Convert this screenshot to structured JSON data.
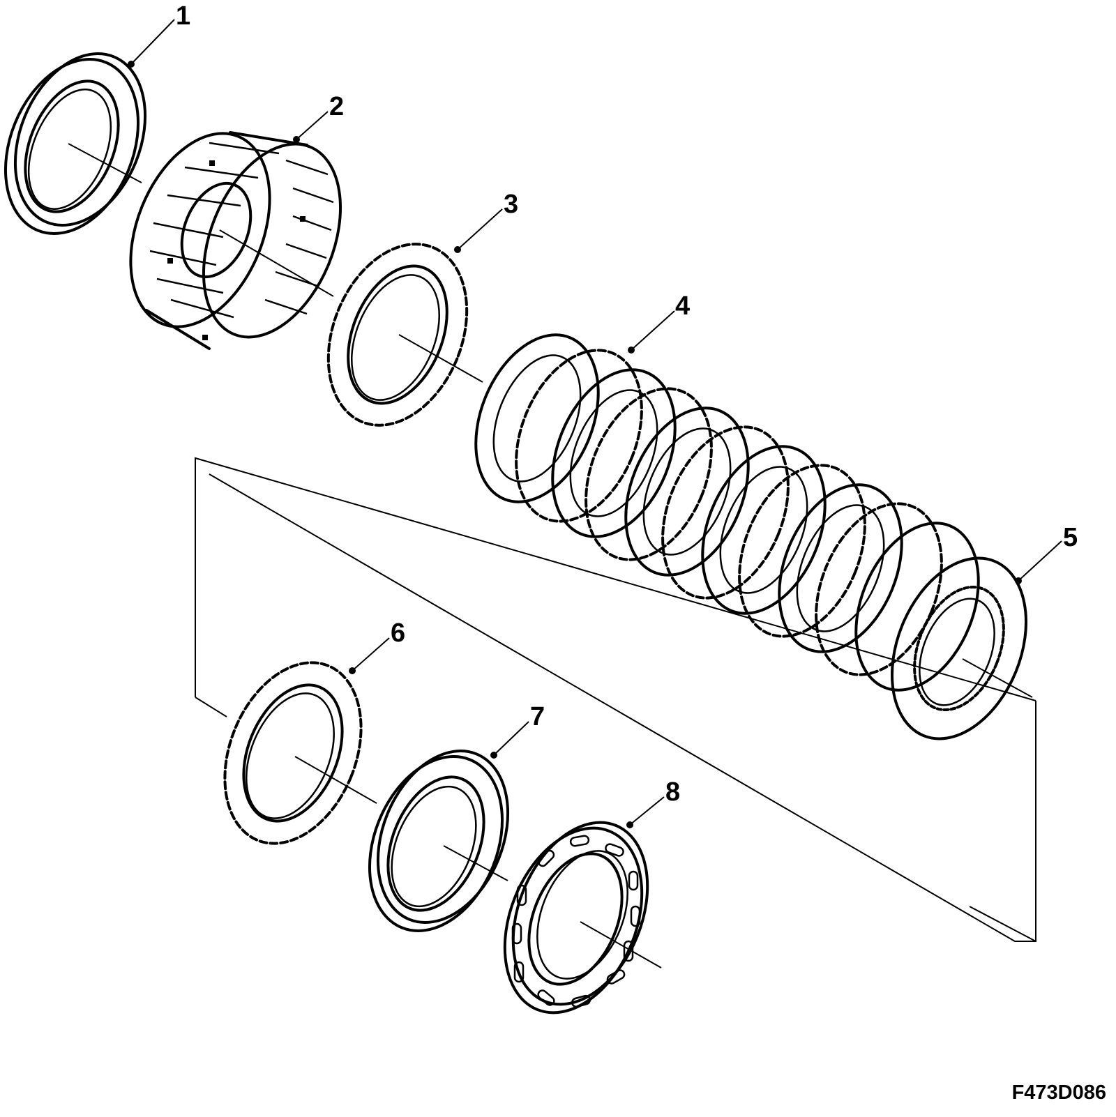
{
  "figure": {
    "code": "F473D086",
    "callouts": [
      {
        "number": "1"
      },
      {
        "number": "2"
      },
      {
        "number": "3"
      },
      {
        "number": "4"
      },
      {
        "number": "5"
      },
      {
        "number": "6"
      },
      {
        "number": "7"
      },
      {
        "number": "8"
      }
    ]
  }
}
